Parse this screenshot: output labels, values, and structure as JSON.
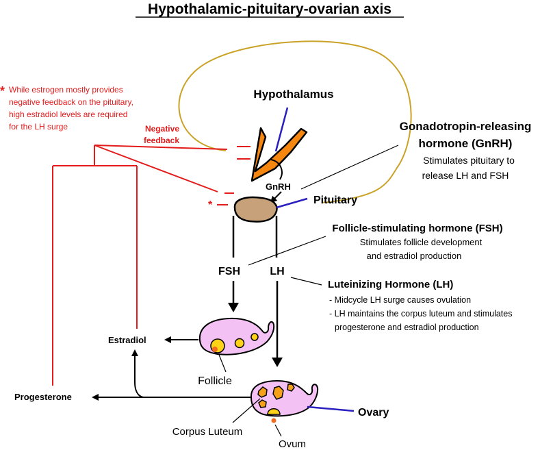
{
  "title": "Hypothalamic-pituitary-ovarian axis",
  "footnote": {
    "marker": "*",
    "lines": [
      "While estrogen mostly provides",
      "negative feedback on the pituitary,",
      "high estradiol levels are required",
      "for the LH surge"
    ]
  },
  "negative_feedback": {
    "line1": "Negative",
    "line2": "feedback"
  },
  "hypothalamus": {
    "label": "Hypothalamus"
  },
  "gnrh": {
    "short": "GnRH",
    "title1": "Gonadotropin-releasing",
    "title2": "hormone (GnRH)",
    "desc1": "Stimulates pituitary to",
    "desc2": "release LH and FSH"
  },
  "pituitary": {
    "label": "Pituitary",
    "marker": "*"
  },
  "fsh": {
    "short": "FSH",
    "title": "Follicle-stimulating hormone (FSH)",
    "desc1": "Stimulates follicle development",
    "desc2": "and estradiol production"
  },
  "lh": {
    "short": "LH",
    "title": "Luteinizing Hormone (LH)",
    "desc1": "- Midcycle LH surge causes ovulation",
    "desc2": "- LH maintains the corpus luteum and stimulates",
    "desc3": "progesterone and estradiol production"
  },
  "estradiol": {
    "label": "Estradiol"
  },
  "progesterone": {
    "label": "Progesterone"
  },
  "follicle": {
    "label": "Follicle"
  },
  "ovary": {
    "label": "Ovary"
  },
  "corpus_luteum": {
    "label": "Corpus Luteum"
  },
  "ovum": {
    "label": "Ovum"
  },
  "colors": {
    "feedback_red": "#e31b1b",
    "pointer_blue": "#2a1fbf",
    "loop_gold": "#c9a227",
    "hypothalamus_orange": "#f5860f",
    "pituitary_tan": "#c6a17a",
    "ovary_pink": "#f4c1f4",
    "follicle_yellow": "#ffd21a",
    "ovum_orange": "#f26b1d"
  }
}
